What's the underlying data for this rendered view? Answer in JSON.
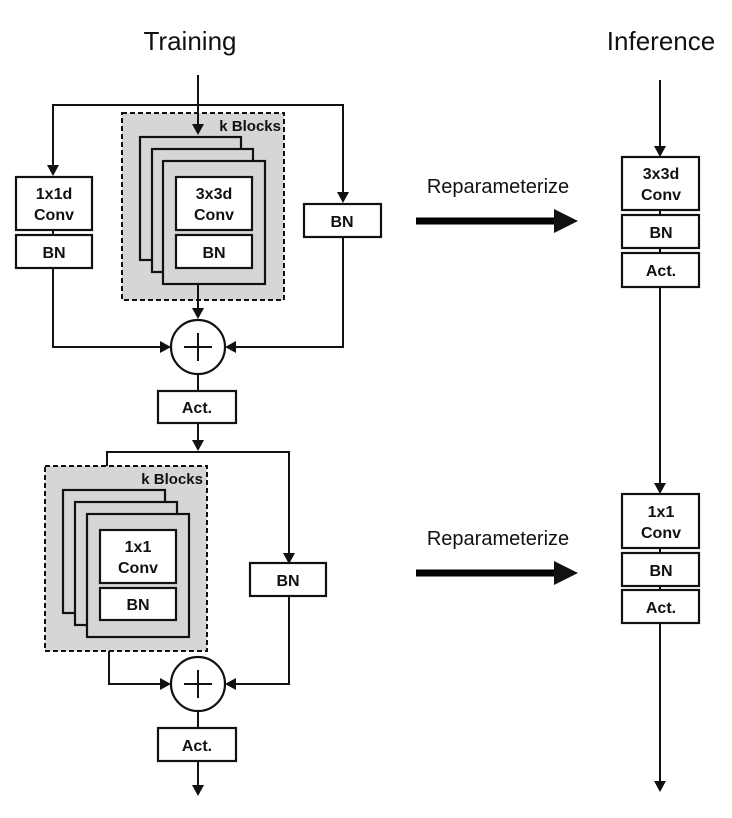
{
  "titles": {
    "training": "Training",
    "inference": "Inference"
  },
  "training": {
    "stage1": {
      "branch_left": {
        "conv": [
          "1x1d",
          "Conv"
        ],
        "bn": "BN"
      },
      "branch_middle": {
        "group_label": "k Blocks",
        "conv": [
          "3x3d",
          "Conv"
        ],
        "bn": "BN"
      },
      "branch_right": {
        "bn": "BN"
      },
      "add_symbol": "+",
      "activation": "Act."
    },
    "stage2": {
      "branch_left": {
        "group_label": "k Blocks",
        "conv": [
          "1x1",
          "Conv"
        ],
        "bn": "BN"
      },
      "branch_right": {
        "bn": "BN"
      },
      "add_symbol": "+",
      "activation": "Act."
    }
  },
  "transitions": [
    {
      "label": "Reparameterize"
    },
    {
      "label": "Reparameterize"
    }
  ],
  "inference": {
    "stage1": {
      "conv": [
        "3x3d",
        "Conv"
      ],
      "bn": "BN",
      "activation": "Act."
    },
    "stage2": {
      "conv": [
        "1x1",
        "Conv"
      ],
      "bn": "BN",
      "activation": "Act."
    }
  }
}
